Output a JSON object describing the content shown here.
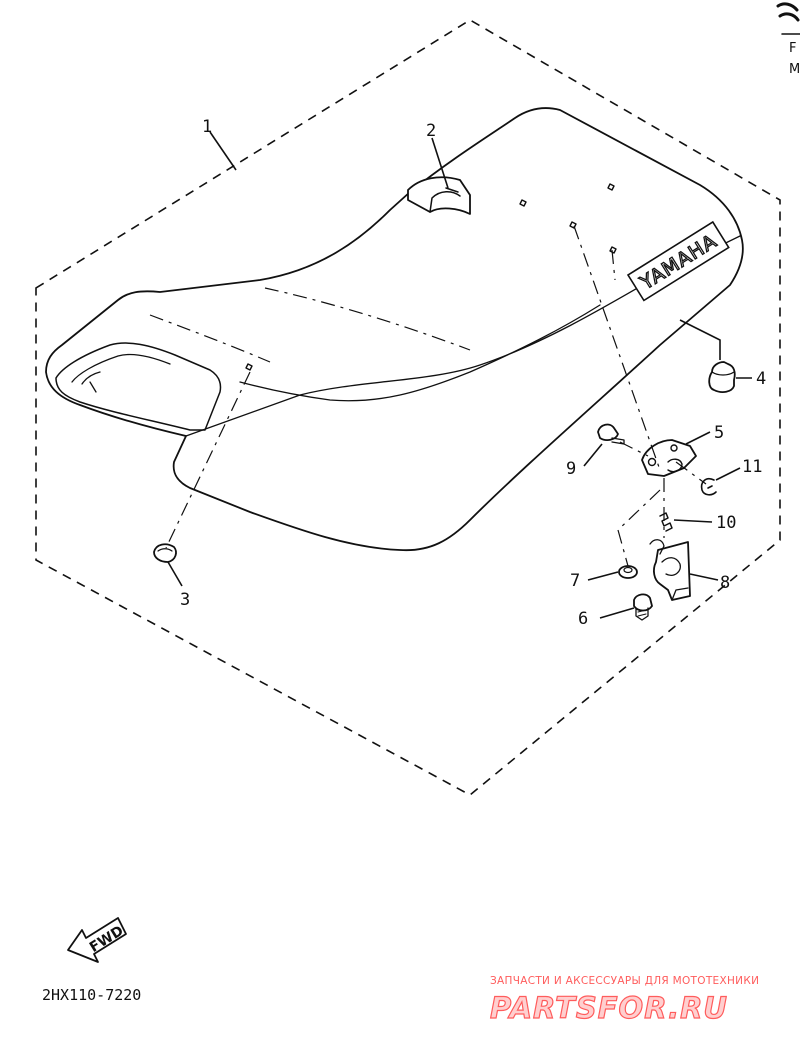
{
  "callouts": [
    "1",
    "2",
    "3",
    "4",
    "5",
    "6",
    "7",
    "8",
    "9",
    "10",
    "11"
  ],
  "seat_logo": "YAMAHA",
  "fwd_label": "FWD",
  "diagram_code": "2HX110-7220",
  "margin_chars": [
    "F",
    "M"
  ],
  "watermark": {
    "tagline": "ЗАПЧАСТИ И АКСЕССУАРЫ ДЛЯ МОТОТЕХНИКИ",
    "logo": "PARTSFOR.RU"
  },
  "colors": {
    "ink": "#111111",
    "watermark_red": "#ff5c5c",
    "watermark_fill": "#ffcfcf"
  }
}
